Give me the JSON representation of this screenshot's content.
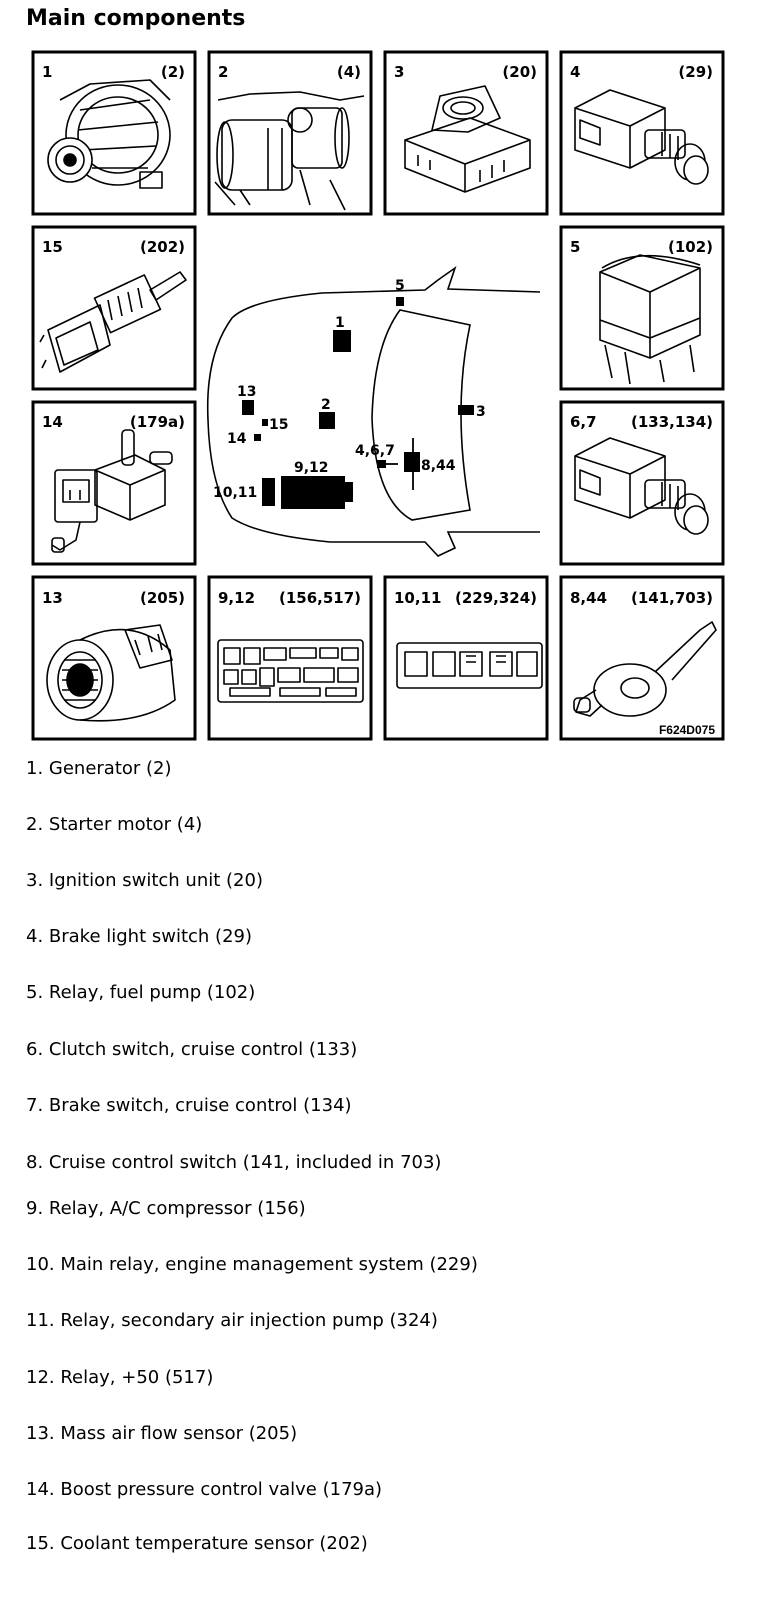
{
  "heading": "Main components",
  "panels": [
    {
      "id": "1",
      "ref": "(2)"
    },
    {
      "id": "2",
      "ref": "(4)"
    },
    {
      "id": "3",
      "ref": "(20)"
    },
    {
      "id": "4",
      "ref": "(29)"
    },
    {
      "id": "15",
      "ref": "(202)"
    },
    {
      "id": "5",
      "ref": "(102)"
    },
    {
      "id": "14",
      "ref": "(179a)"
    },
    {
      "id": "6,7",
      "ref": "(133,134)"
    },
    {
      "id": "13",
      "ref": "(205)"
    },
    {
      "id": "9,12",
      "ref": "(156,517)"
    },
    {
      "id": "10,11",
      "ref": "(229,324)"
    },
    {
      "id": "8,44",
      "ref": "(141,703)"
    }
  ],
  "car_labels": {
    "l5": "5",
    "l1": "1",
    "l13": "13",
    "l2": "2",
    "l14": "14",
    "l15": "15",
    "l3": "3",
    "l467": "4,6,7",
    "l844": "8,44",
    "l912": "9,12",
    "l1011": "10,11"
  },
  "figure_ref": "F624D075",
  "items": [
    "1.  Generator (2)",
    "2.  Starter motor (4)",
    "3.  Ignition switch unit (20)",
    "4.  Brake light switch (29)",
    "5.  Relay, fuel pump (102)",
    "6.  Clutch switch, cruise control (133)",
    "7.  Brake switch, cruise control (134)",
    "8.  Cruise control switch (141, included in 703)",
    "9.  Relay, A/C compressor (156)",
    "10. Main relay, engine management system (229)",
    "11. Relay, secondary air injection pump (324)",
    "12. Relay, +50 (517)",
    "13. Mass air flow sensor (205)",
    "14. Boost pressure control valve (179a)",
    "15. Coolant temperature sensor (202)"
  ]
}
